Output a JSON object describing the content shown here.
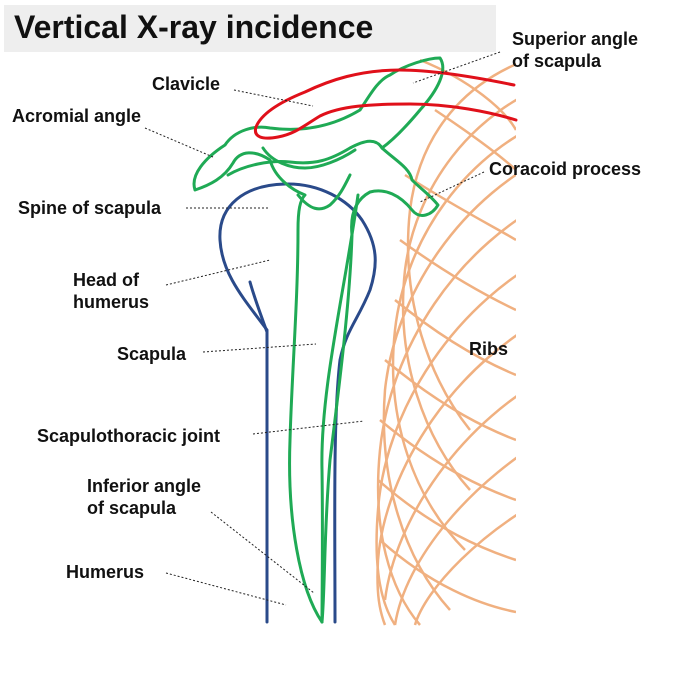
{
  "title": "Vertical X-ray incidence",
  "labels": {
    "superior_angle_line1": "Superior angle",
    "superior_angle_line2": "of scapula",
    "clavicle": "Clavicle",
    "acromial_angle": "Acromial angle",
    "coracoid_process": "Coracoid process",
    "spine_of_scapula": "Spine of scapula",
    "head_of_humerus_line1": "Head of",
    "head_of_humerus_line2": "humerus",
    "scapula": "Scapula",
    "ribs": "Ribs",
    "scapulothoracic_joint": "Scapulothoracic joint",
    "inferior_angle_line1": "Inferior angle",
    "inferior_angle_line2": "of scapula",
    "humerus": "Humerus"
  },
  "colors": {
    "clavicle": "#e0101a",
    "scapula": "#1faa55",
    "humerus": "#2a4a8a",
    "ribs": "#f0b080",
    "title_background": "#eeeeee"
  }
}
